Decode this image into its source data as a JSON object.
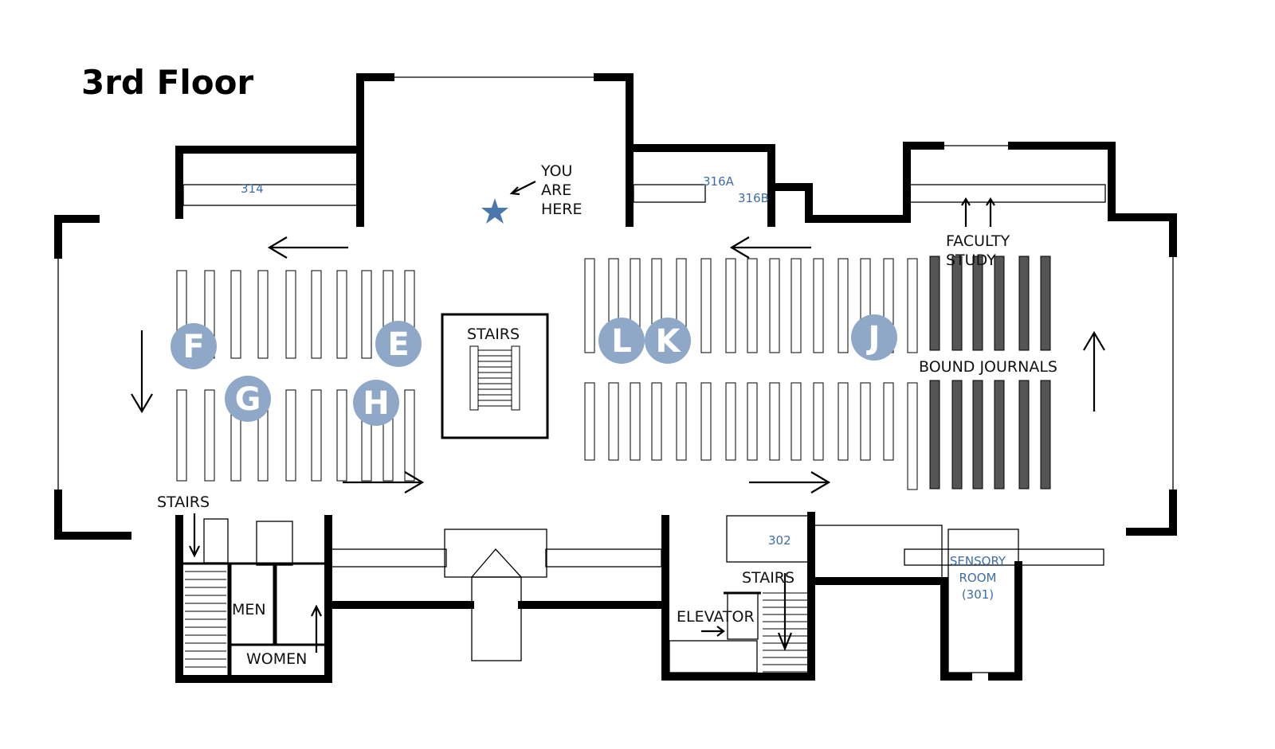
{
  "title": "3rd Floor",
  "you_are_here": {
    "lines": [
      "YOU",
      "ARE",
      "HERE"
    ],
    "icon": "star-icon",
    "color": "#4a78ad"
  },
  "labels": {
    "stairs_center": "STAIRS",
    "stairs_left": "STAIRS",
    "stairs_right": "STAIRS",
    "faculty_study": [
      "FACULTY",
      "STUDY"
    ],
    "bound_journals": "BOUND JOURNALS",
    "men": "MEN",
    "women": "WOMEN",
    "elevator": "ELEVATOR"
  },
  "rooms": {
    "r314": "314",
    "r316a": "316A",
    "r316b": "316B",
    "r302": "302",
    "sensory": [
      "SENSORY",
      "ROOM",
      "(301)"
    ]
  },
  "sections": [
    {
      "letter": "F"
    },
    {
      "letter": "E"
    },
    {
      "letter": "G"
    },
    {
      "letter": "H"
    },
    {
      "letter": "L"
    },
    {
      "letter": "K"
    },
    {
      "letter": "J"
    }
  ],
  "colors": {
    "section_marker": "#8fa8c8",
    "room_text": "#3d6ea8",
    "journal_shelf": "#555555"
  }
}
